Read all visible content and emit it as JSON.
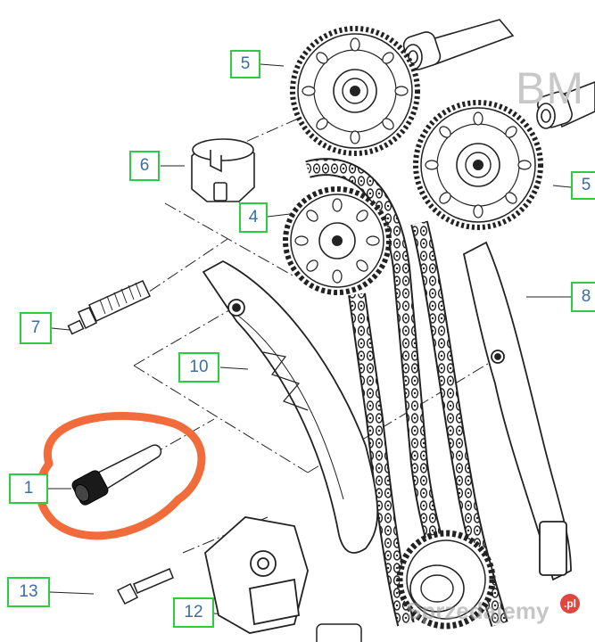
{
  "brand_text": "BM",
  "watermark": {
    "text": "Sprzedajemy",
    "suffix": ".pl"
  },
  "colors": {
    "callout_border": "#2ecc40",
    "callout_text": "#3a6ea5",
    "highlight": "#f26b3a",
    "line": "#222222"
  },
  "callouts": [
    {
      "id": "5a",
      "label": "5"
    },
    {
      "id": "5b",
      "label": "5"
    },
    {
      "id": "6",
      "label": "6"
    },
    {
      "id": "4",
      "label": "4"
    },
    {
      "id": "7",
      "label": "7"
    },
    {
      "id": "8",
      "label": "8"
    },
    {
      "id": "10",
      "label": "10"
    },
    {
      "id": "1",
      "label": "1"
    },
    {
      "id": "13",
      "label": "13"
    },
    {
      "id": "12",
      "label": "12"
    }
  ],
  "highlight": {
    "target_callout": "1"
  }
}
